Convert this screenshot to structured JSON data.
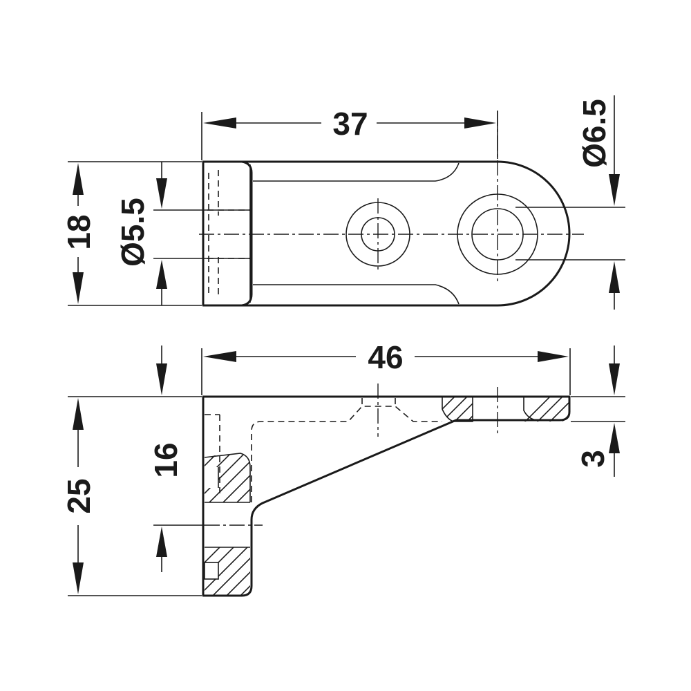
{
  "dimensions": {
    "width_top": "37",
    "height_top": "18",
    "hole_small": "Ø5.5",
    "hole_large": "Ø6.5",
    "width_side": "46",
    "height_side": "25",
    "depth_side": "16",
    "flange_thickness": "3"
  }
}
